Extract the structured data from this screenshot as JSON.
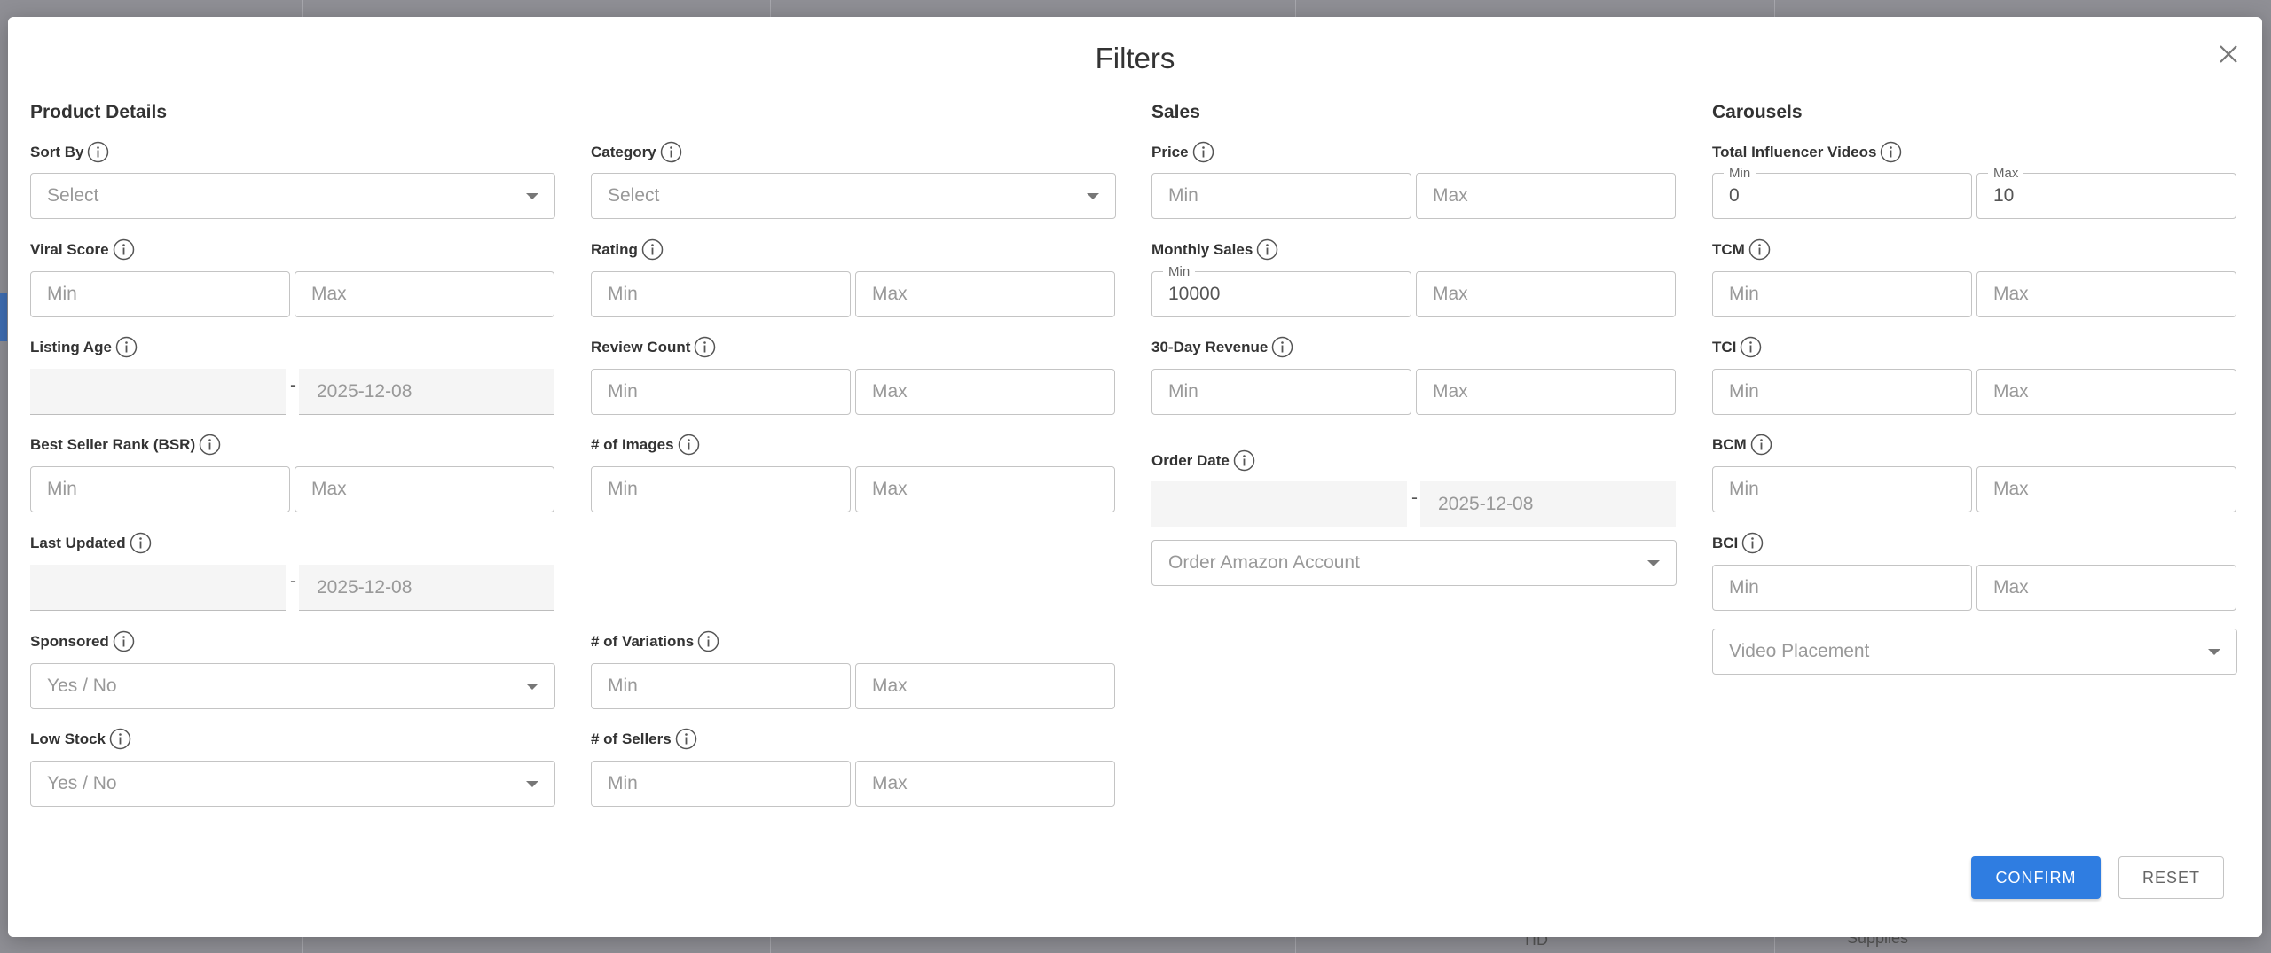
{
  "modal": {
    "title": "Filters",
    "confirm_label": "CONFIRM",
    "reset_label": "RESET"
  },
  "background": {
    "text_a": "TID",
    "text_b": "Supplies"
  },
  "sections": {
    "product_details": "Product Details",
    "sales": "Sales",
    "carousels": "Carousels"
  },
  "labels": {
    "sort_by": "Sort By",
    "category": "Category",
    "viral_score": "Viral Score",
    "rating": "Rating",
    "listing_age": "Listing Age",
    "review_count": "Review Count",
    "bsr": "Best Seller Rank (BSR)",
    "num_images": "# of Images",
    "last_updated": "Last Updated",
    "sponsored": "Sponsored",
    "num_variations": "# of Variations",
    "low_stock": "Low Stock",
    "num_sellers": "# of Sellers",
    "price": "Price",
    "monthly_sales": "Monthly Sales",
    "revenue_30": "30-Day Revenue",
    "order_date": "Order Date",
    "total_influencer_videos": "Total Influencer Videos",
    "tcm": "TCM",
    "tci": "TCI",
    "bcm": "BCM",
    "bci": "BCI"
  },
  "placeholders": {
    "select": "Select",
    "min": "Min",
    "max": "Max",
    "yes_no": "Yes / No",
    "order_amazon_account": "Order Amazon Account",
    "video_placement": "Video Placement"
  },
  "values": {
    "listing_age_end": "2025-12-08",
    "last_updated_end": "2025-12-08",
    "order_date_end": "2025-12-08",
    "monthly_sales_min_label": "Min",
    "monthly_sales_min": "10000",
    "tiv_min_label": "Min",
    "tiv_min": "0",
    "tiv_max_label": "Max",
    "tiv_max": "10"
  },
  "colors": {
    "accent": "#2f7de1"
  }
}
